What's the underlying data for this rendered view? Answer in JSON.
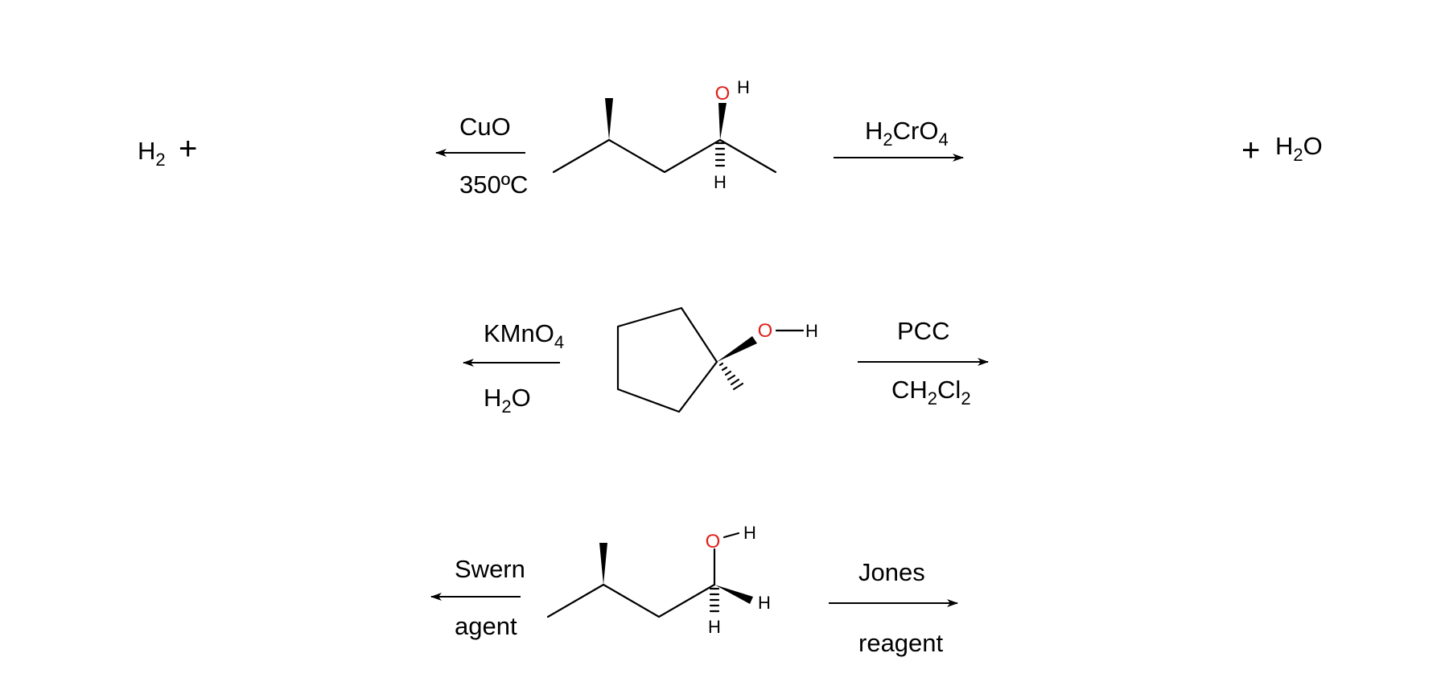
{
  "colors": {
    "oxygen": "#e0201a",
    "ink": "#000000",
    "background": "#ffffff"
  },
  "atoms": {
    "oxygen": "O",
    "hydrogen": "H"
  },
  "plus": "+",
  "reactions": [
    {
      "left": {
        "top": "CuO",
        "bottom": "350ºC"
      },
      "left_product": {
        "h": "H",
        "h_sub": "2"
      },
      "right": {
        "top_parts": [
          "H",
          "2",
          "CrO",
          "4"
        ],
        "bottom": ""
      },
      "right_product": {
        "h": "H",
        "h_sub": "2",
        "o": "O"
      }
    },
    {
      "left": {
        "top_parts": [
          "KMnO",
          "4"
        ],
        "bottom_parts": [
          "H",
          "2",
          "O"
        ]
      },
      "right": {
        "top": "PCC",
        "bottom_parts": [
          "CH",
          "2",
          "Cl",
          "2"
        ]
      }
    },
    {
      "left": {
        "top": "Swern",
        "bottom": "agent"
      },
      "right": {
        "top": "Jones",
        "bottom": "reagent"
      }
    }
  ]
}
